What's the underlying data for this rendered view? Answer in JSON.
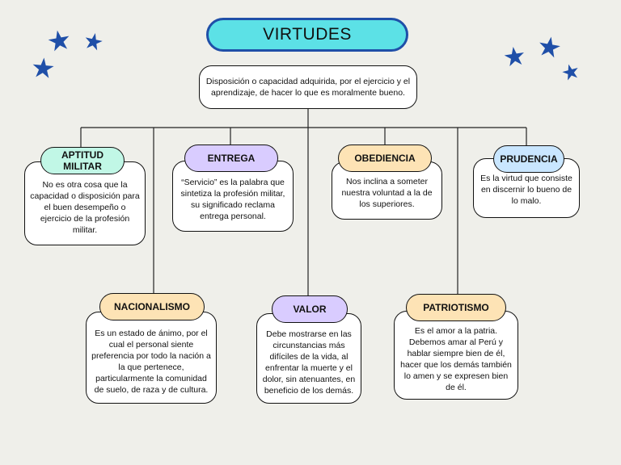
{
  "title": "VIRTUDES",
  "definition": "Disposición o capacidad adquirida, por el ejercicio y el aprendizaje, de hacer lo que es moralmente bueno.",
  "virtues": {
    "aptitud": {
      "label": "APTITUD MILITAR",
      "text": "No es otra cosa que la capacidad o disposición para el buen desempeño o ejercicio de la profesión militar."
    },
    "entrega": {
      "label": "ENTREGA",
      "text": "“Servicio” es la palabra que sintetiza la profesión militar, su significado reclama entrega personal."
    },
    "obediencia": {
      "label": "OBEDIENCIA",
      "text": "Nos inclina a someter nuestra voluntad a la de los superiores."
    },
    "prudencia": {
      "label": "PRUDENCIA",
      "text": "Es la virtud que consiste en discernir lo bueno de lo malo."
    },
    "nacionalismo": {
      "label": "NACIONALISMO",
      "text": "Es un estado de ánimo, por el cual el personal siente preferencia por todo la nación a la que pertenece, particularmente la comunidad de suelo, de raza y de cultura."
    },
    "valor": {
      "label": "VALOR",
      "text": "Debe mostrarse en las circunstancias más difíciles de la vida, al enfrentar la muerte y el dolor, sin atenuantes, en beneficio de los demás."
    },
    "patriotismo": {
      "label": "PATRIOTISMO",
      "text": "Es el amor a la patria. Debemos amar al Perú y hablar siempre bien de él, hacer que los demás también lo amen y se expresen bien de él."
    }
  },
  "colors": {
    "title_fill": "#5ce1e6",
    "title_border": "#1f4fa8",
    "mint": "#c1f7e6",
    "lavender": "#d9ccff",
    "peach": "#fde3b5",
    "blue": "#c9e6ff",
    "star": "#1f4fa8"
  }
}
